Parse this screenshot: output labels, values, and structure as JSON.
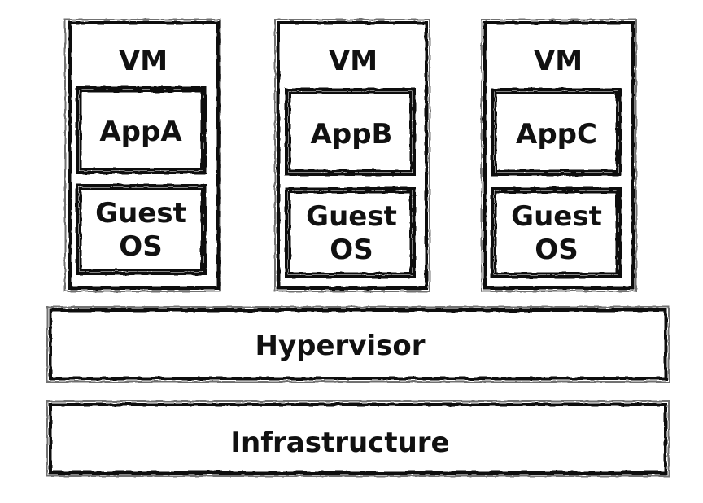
{
  "vms": [
    {
      "label": "VM",
      "app": "AppA",
      "guest_os": [
        "Guest",
        "OS"
      ]
    },
    {
      "label": "VM",
      "app": "AppB",
      "guest_os": [
        "Guest",
        "OS"
      ]
    },
    {
      "label": "VM",
      "app": "AppC",
      "guest_os": [
        "Guest",
        "OS"
      ]
    }
  ],
  "hypervisor": {
    "label": "Hypervisor"
  },
  "infrastructure": {
    "label": "Infrastructure"
  },
  "style": {
    "stroke": "#111111",
    "background": "#ffffff"
  }
}
